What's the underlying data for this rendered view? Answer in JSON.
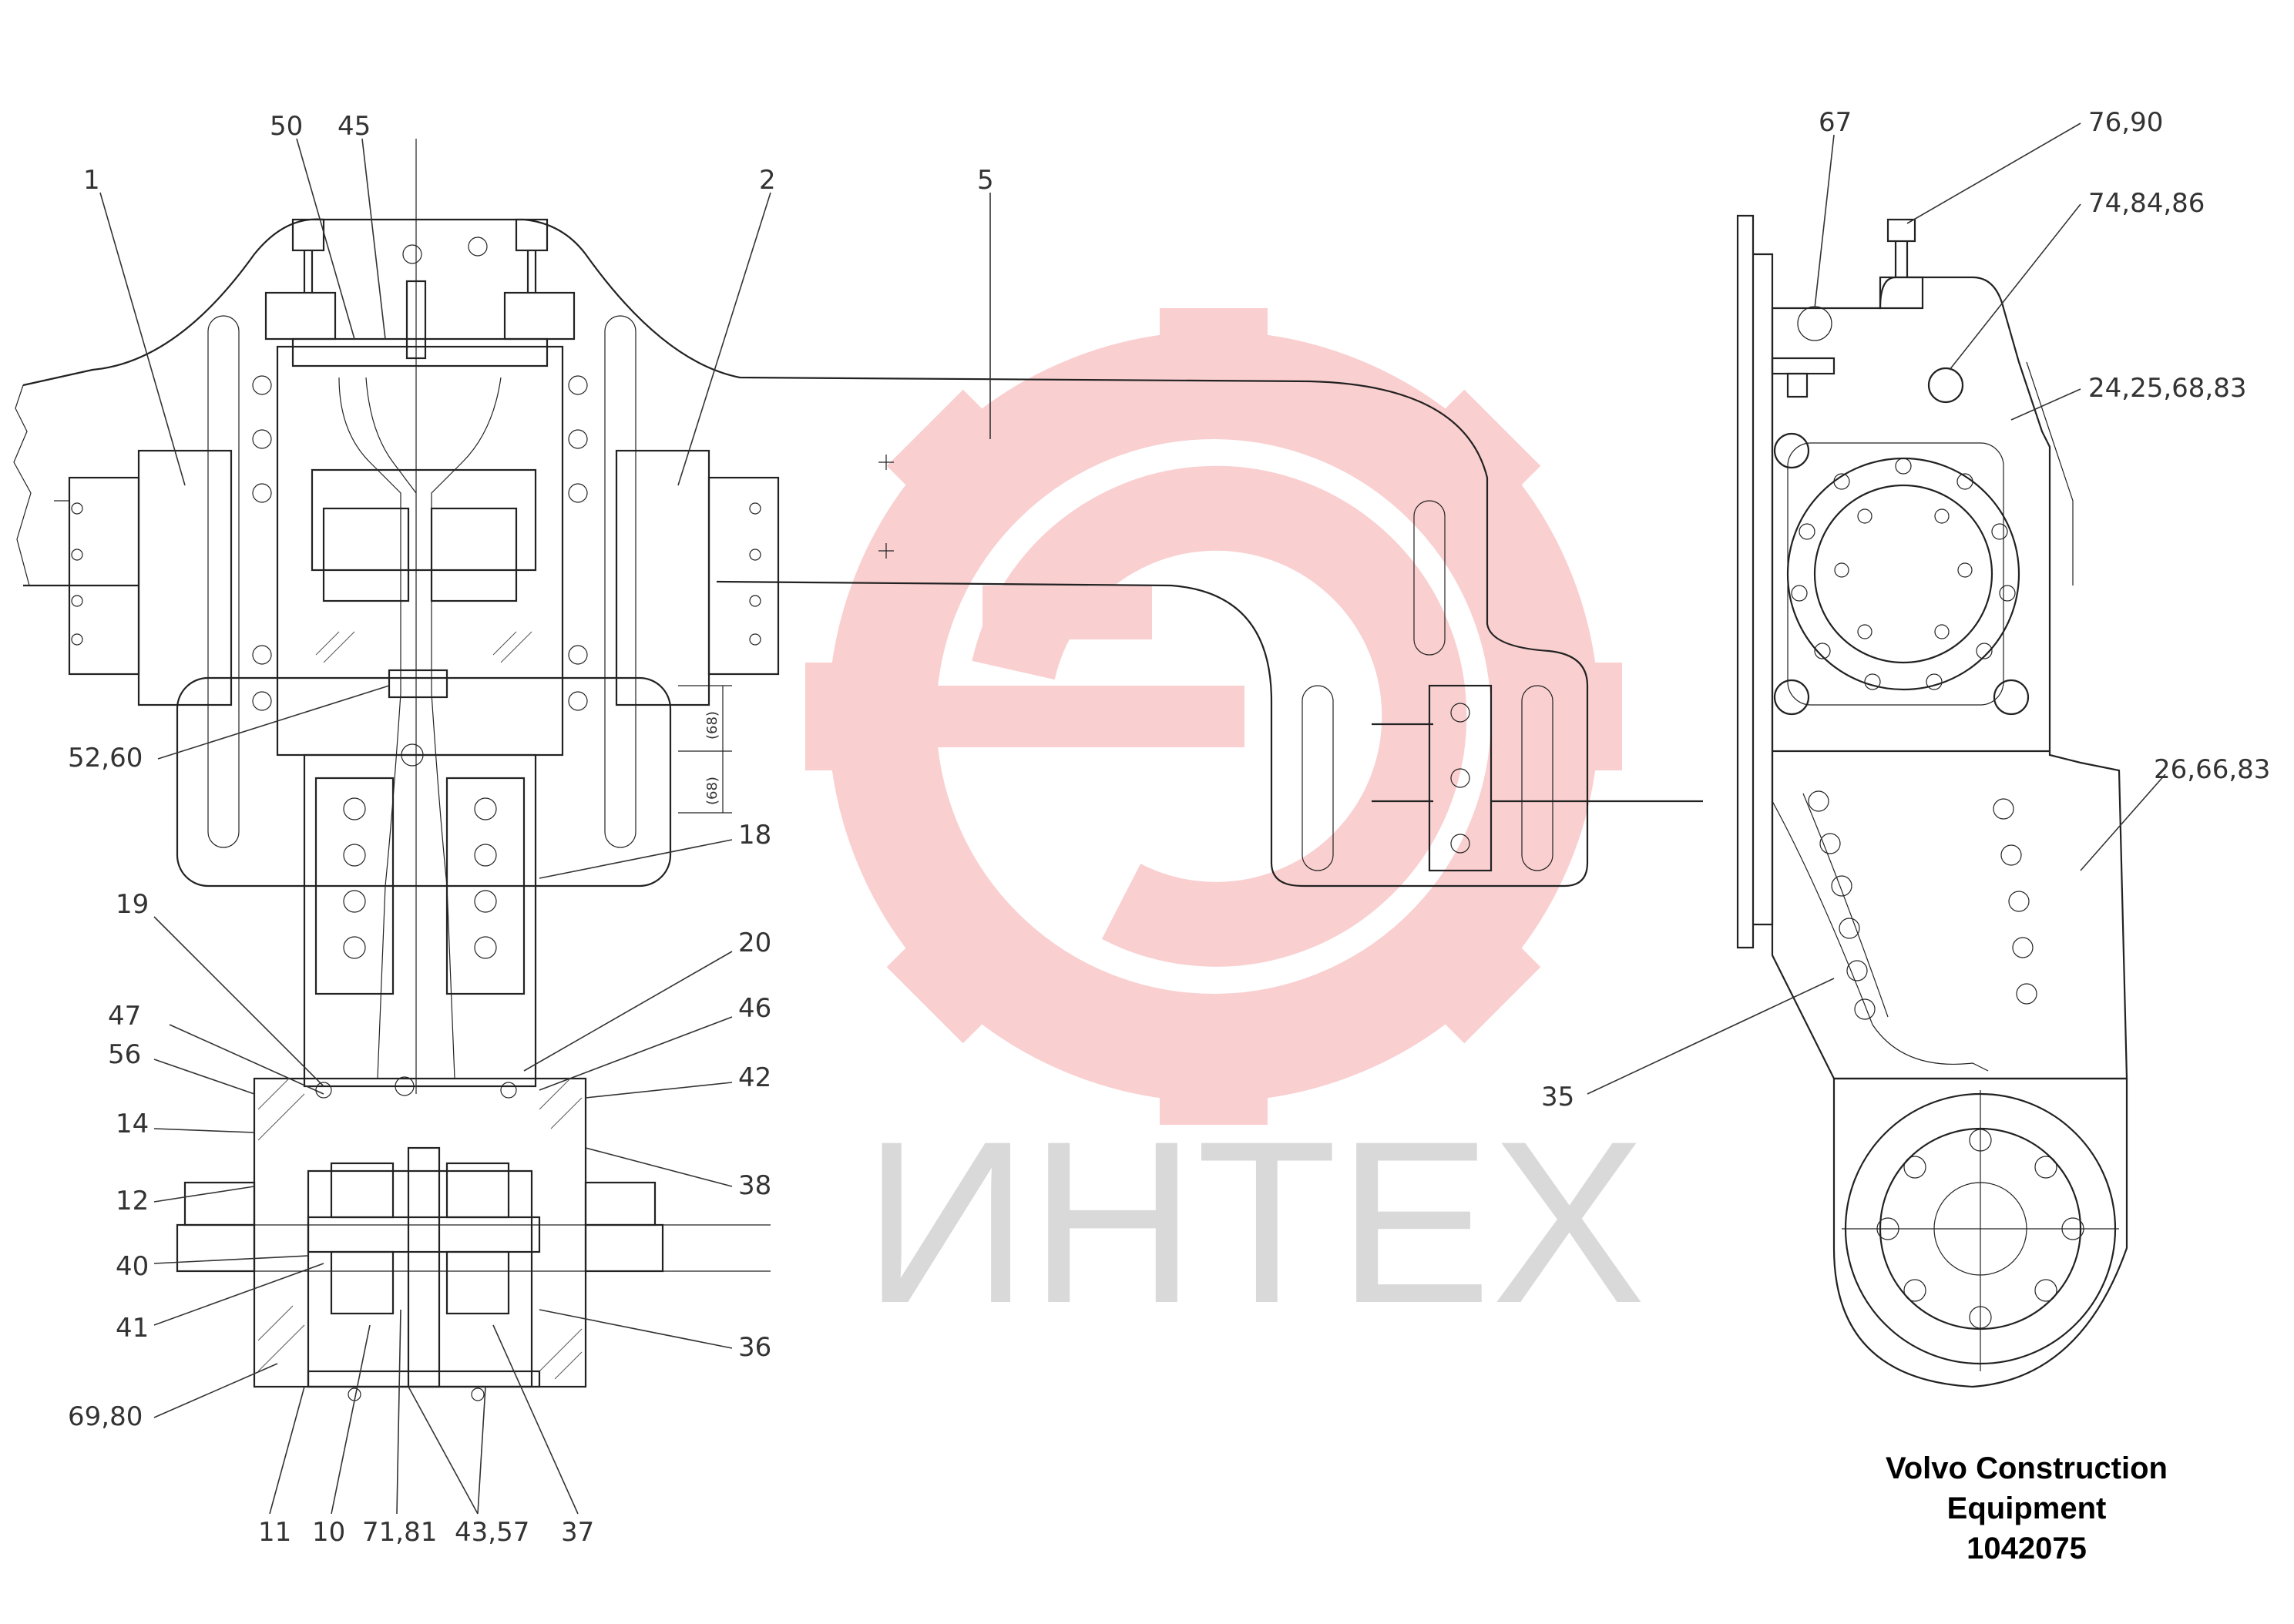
{
  "drawing": {
    "callouts_left": [
      {
        "id": "c1",
        "text": "1"
      },
      {
        "id": "c2",
        "text": "2"
      },
      {
        "id": "c5",
        "text": "5"
      },
      {
        "id": "c50",
        "text": "50"
      },
      {
        "id": "c45",
        "text": "45"
      },
      {
        "id": "c5260",
        "text": "52,60"
      },
      {
        "id": "c18",
        "text": "18"
      },
      {
        "id": "c19",
        "text": "19"
      },
      {
        "id": "c20",
        "text": "20"
      },
      {
        "id": "c47",
        "text": "47"
      },
      {
        "id": "c46",
        "text": "46"
      },
      {
        "id": "c56",
        "text": "56"
      },
      {
        "id": "c42",
        "text": "42"
      },
      {
        "id": "c14",
        "text": "14"
      },
      {
        "id": "c38",
        "text": "38"
      },
      {
        "id": "c12",
        "text": "12"
      },
      {
        "id": "c40",
        "text": "40"
      },
      {
        "id": "c41",
        "text": "41"
      },
      {
        "id": "c36",
        "text": "36"
      },
      {
        "id": "c6980",
        "text": "69,80"
      },
      {
        "id": "c11",
        "text": "11"
      },
      {
        "id": "c10",
        "text": "10"
      },
      {
        "id": "c7181",
        "text": "71,81"
      },
      {
        "id": "c4357",
        "text": "43,57"
      },
      {
        "id": "c37",
        "text": "37"
      }
    ],
    "callouts_right": [
      {
        "id": "c67",
        "text": "67"
      },
      {
        "id": "c7690",
        "text": "76,90"
      },
      {
        "id": "c748486",
        "text": "74,84,86"
      },
      {
        "id": "c24256883",
        "text": "24,25,68,83"
      },
      {
        "id": "c266683",
        "text": "26,66,83"
      },
      {
        "id": "c35",
        "text": "35"
      }
    ],
    "dimensions": {
      "upper": "(68)",
      "lower": "(68)"
    }
  },
  "watermark": {
    "text": "ИНТЕХ",
    "icon": "gear-logo-icon",
    "color": "#e8262c"
  },
  "caption": {
    "line1": "Volvo Construction",
    "line2": "Equipment",
    "line3": "1042075"
  }
}
